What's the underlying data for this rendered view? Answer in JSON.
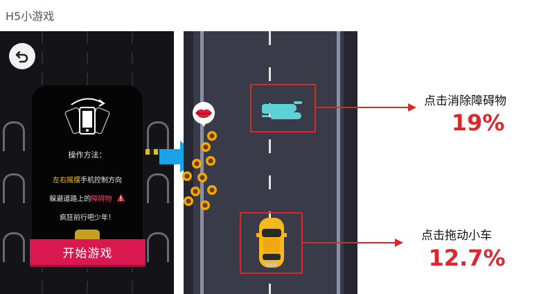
{
  "page": {
    "title": "H5小游戏"
  },
  "instructions": {
    "title": "操作方法：",
    "line1_highlight": "左右摇摆",
    "line1_rest": "手机控制方向",
    "line2_start": "躲避道路上的",
    "line2_highlight": "障碍物",
    "line3": "疯狂前行吧少年！"
  },
  "start_button": {
    "label": "开始游戏"
  },
  "annotations": [
    {
      "label": "点击消除障碍物",
      "percent": "19%"
    },
    {
      "label": "点击拖动小车",
      "percent": "12.7%"
    }
  ],
  "colors": {
    "accent_red": "#e0252e",
    "start_button": "#d8184f",
    "arrow_blue": "#1aa3e8",
    "car_yellow": "#f7b81b"
  },
  "icons": [
    "back-arrow-icon",
    "phone-tilt-icon",
    "warning-icon",
    "lips-icon",
    "sunflower-icon",
    "cloud-obstacle-icon",
    "car-icon"
  ]
}
